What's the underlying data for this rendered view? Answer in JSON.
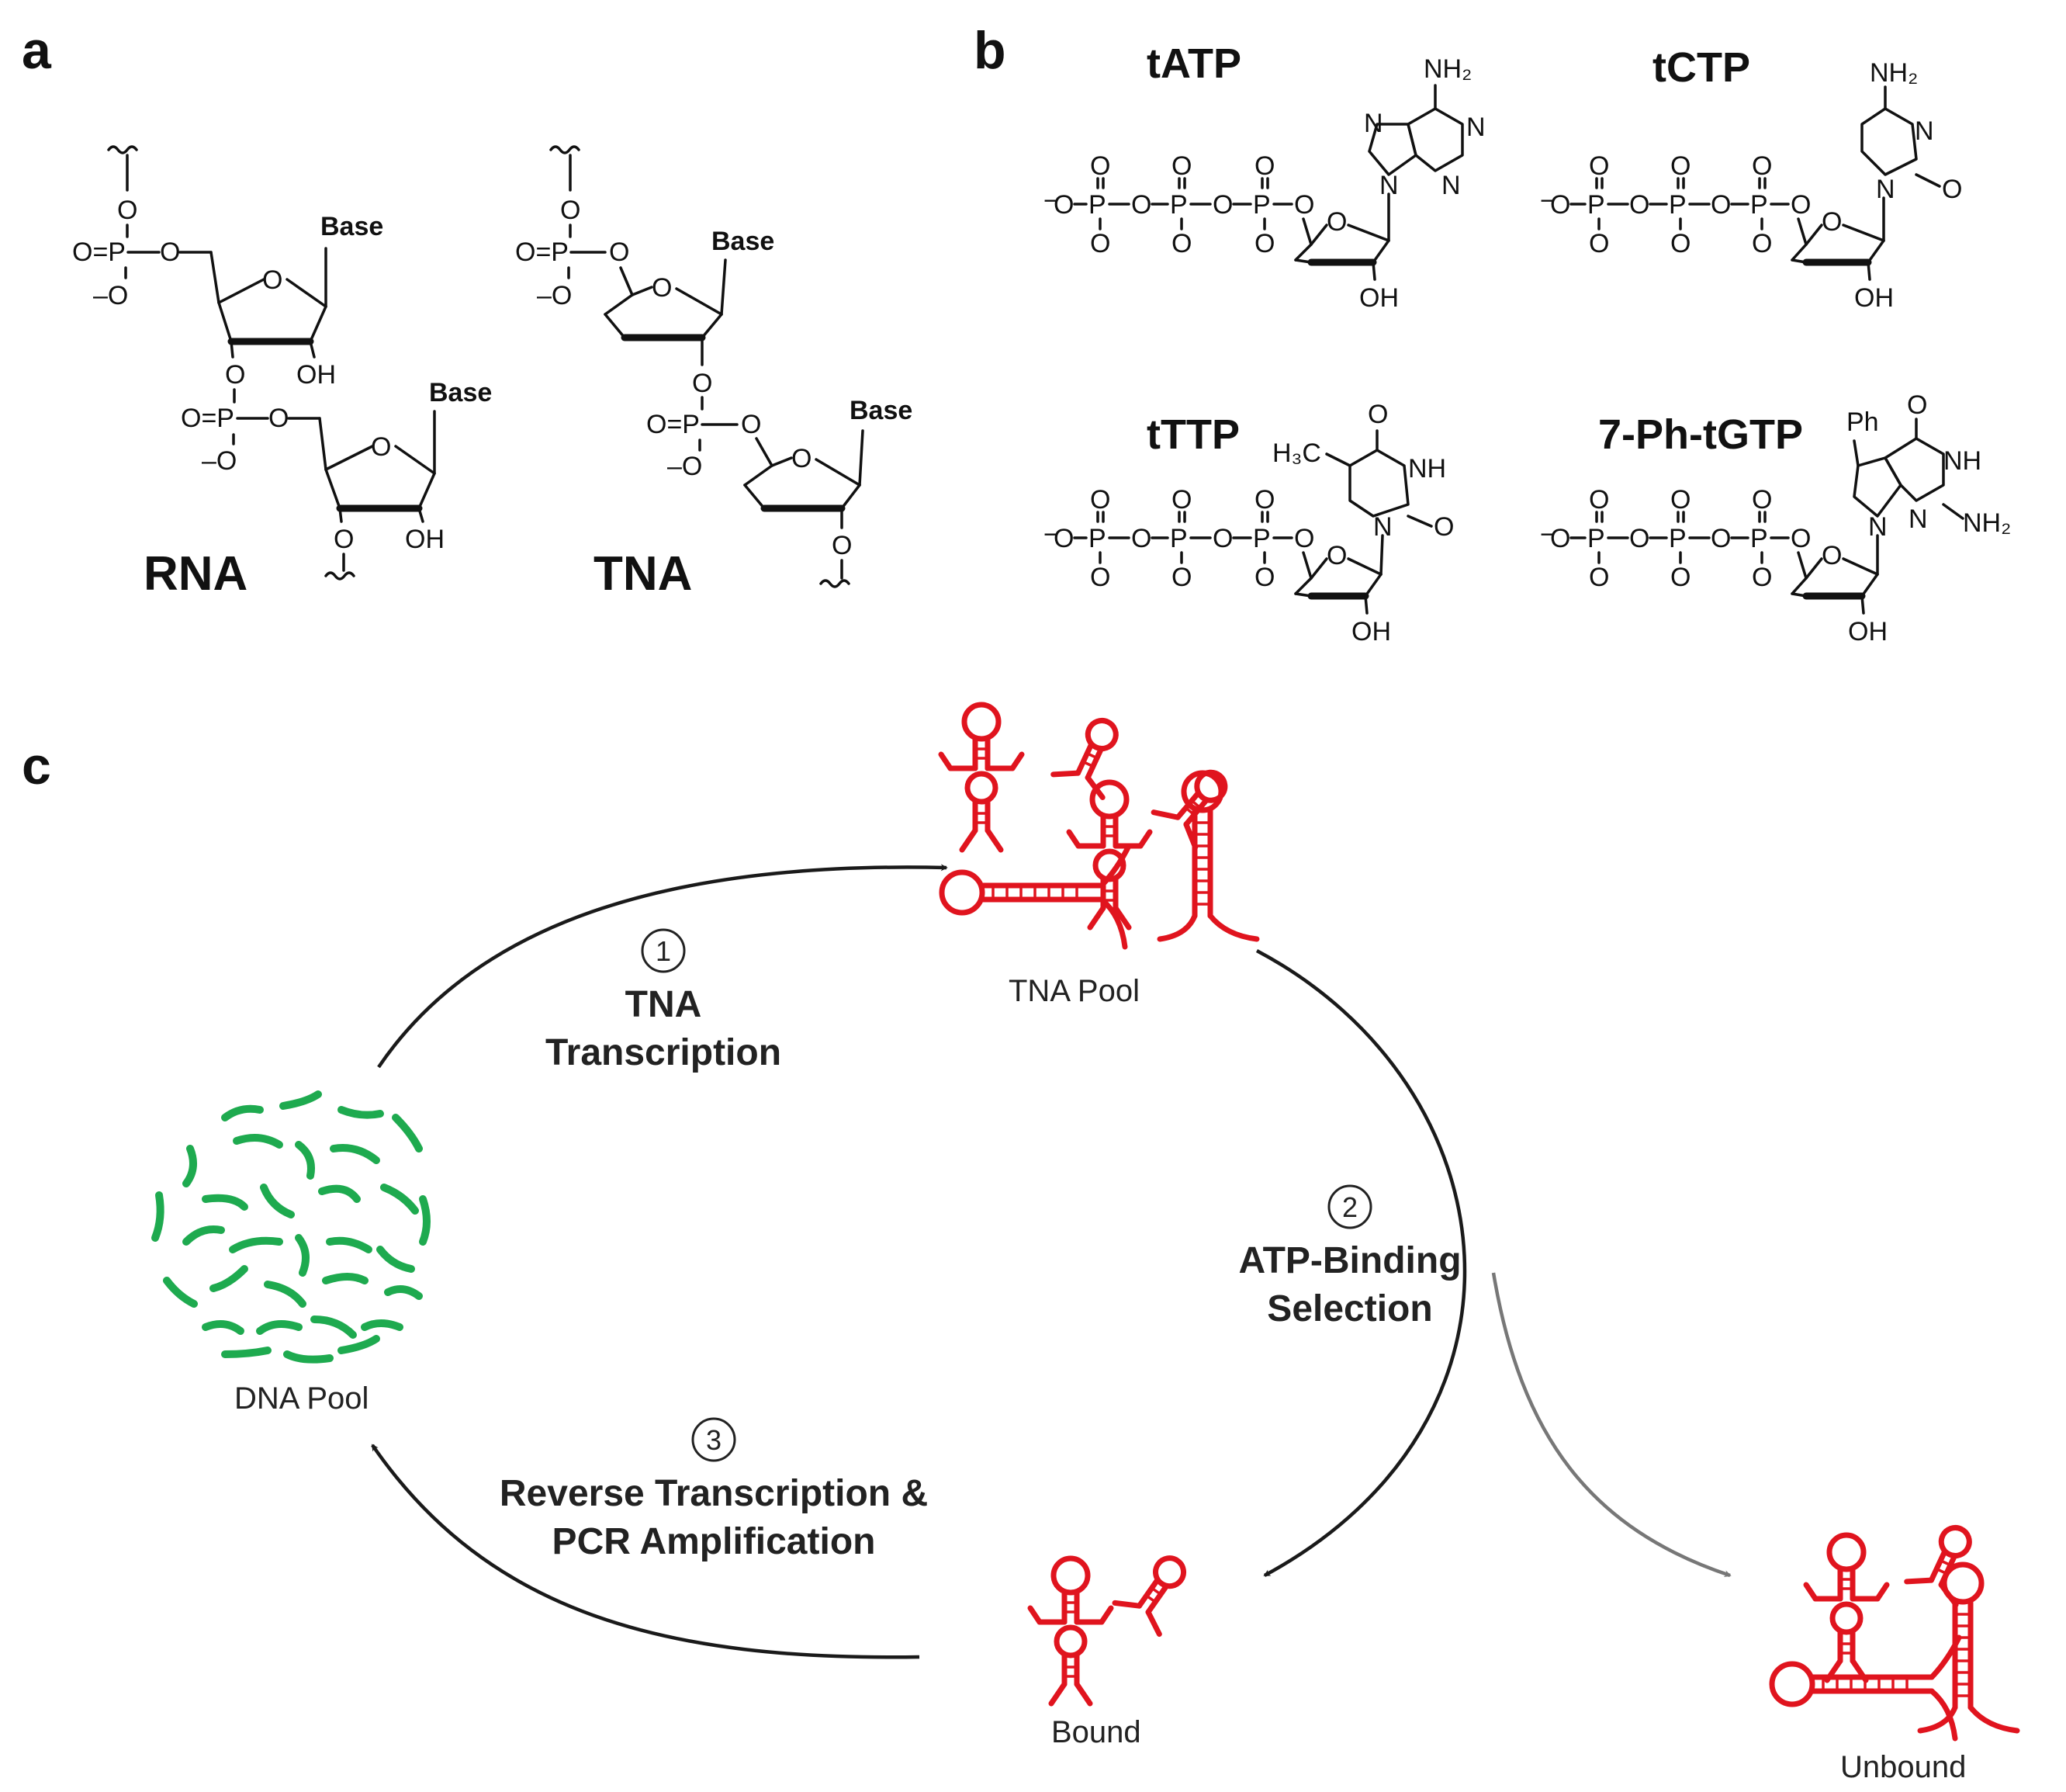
{
  "panels": {
    "a": "a",
    "b": "b",
    "c": "c"
  },
  "panel_a": {
    "rna_label": "RNA",
    "tna_label": "TNA",
    "base_label": "Base",
    "atoms": {
      "O": "O",
      "P": "P",
      "OH": "OH",
      "minus_O": "–O",
      "O_eq_P": "O=P",
      "wavy": "~~~"
    }
  },
  "panel_b": {
    "molecules": [
      {
        "name": "tATP"
      },
      {
        "name": "tCTP"
      },
      {
        "name": "tTTP"
      },
      {
        "name": "7-Ph-tGTP"
      }
    ],
    "atoms": {
      "NH2": "NH₂",
      "N": "N",
      "NH": "NH",
      "O": "O",
      "P": "P",
      "OH": "OH",
      "minus": "−",
      "H3C": "H₃C",
      "Ph": "Ph"
    }
  },
  "panel_c": {
    "pools": {
      "tna_pool": "TNA Pool",
      "dna_pool": "DNA Pool",
      "bound": "Bound",
      "unbound": "Unbound"
    },
    "steps": [
      {
        "number": "1",
        "line1": "TNA",
        "line2": "Transcription"
      },
      {
        "number": "2",
        "line1": "ATP-Binding",
        "line2": "Selection"
      },
      {
        "number": "3",
        "line1": "Reverse Transcription &",
        "line2": "PCR Amplification"
      }
    ],
    "colors": {
      "tna": "#e0141e",
      "dna": "#1eaa4f",
      "arrow": "#1a1a1a",
      "arrow_unbound": "#777777"
    }
  }
}
